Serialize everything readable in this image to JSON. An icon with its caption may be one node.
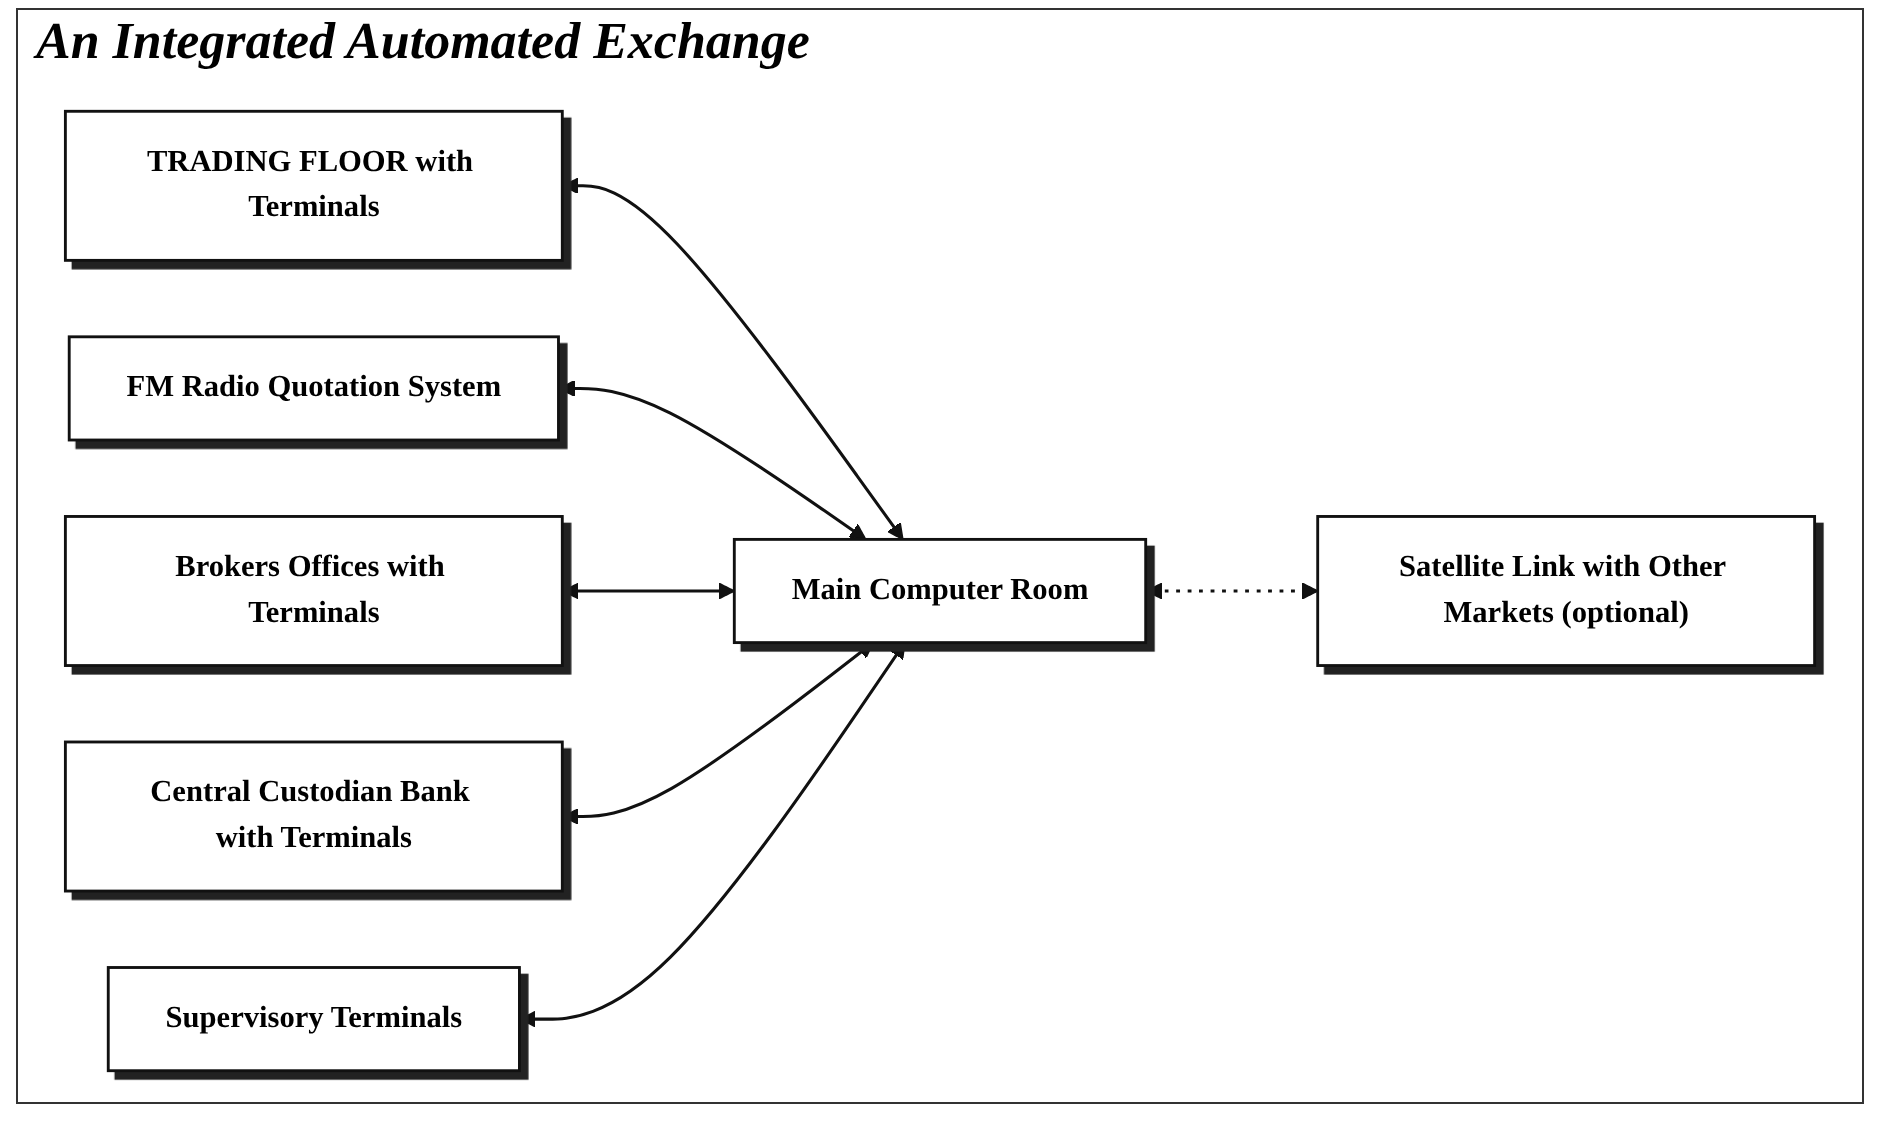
{
  "diagram": {
    "title": "An Integrated Automated Exchange",
    "nodes": [
      {
        "text": [
          "TRADING FLOOR with Terminals"
        ]
      },
      {
        "text": [
          "FM Radio Quotation System"
        ]
      },
      {
        "text": [
          "Brokers Offices with Terminals"
        ]
      },
      {
        "text": [
          "Main Computer Room"
        ]
      },
      {
        "text": [
          "Satellite Link with Other Markets (optional)"
        ]
      },
      {
        "text": [
          "Central Custodian Bank with Terminals"
        ]
      },
      {
        "text": [
          "Supervisory Terminals"
        ]
      }
    ],
    "edges": [
      {
        "from": 0,
        "to": 3,
        "arrow": "both"
      },
      {
        "from": 1,
        "to": 3,
        "arrow": "both"
      },
      {
        "from": 2,
        "to": 3,
        "arrow": "both"
      },
      {
        "from": 3,
        "to": 4,
        "arrow": "both",
        "style": "dashed"
      },
      {
        "from": 5,
        "to": 3,
        "arrow": "both"
      },
      {
        "from": 6,
        "to": 3,
        "arrow": "both"
      }
    ]
  }
}
